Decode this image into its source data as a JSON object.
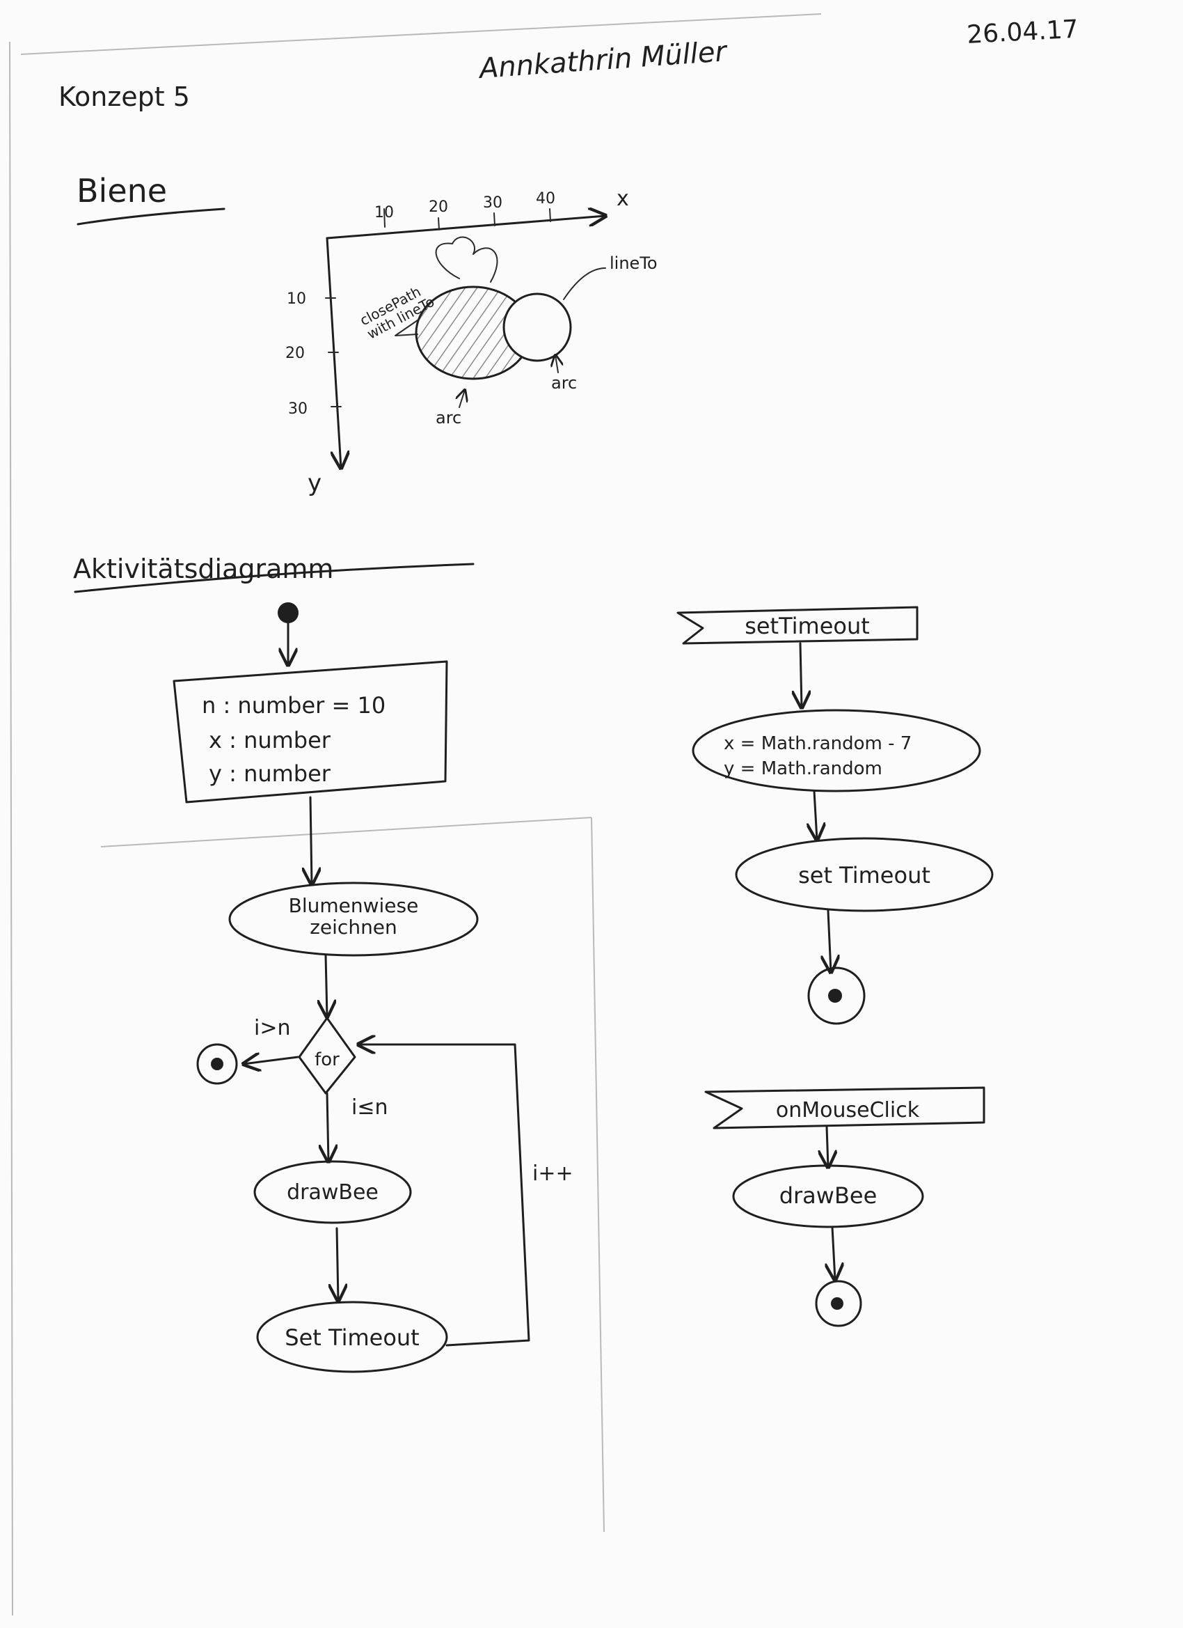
{
  "header": {
    "concept": "Konzept 5",
    "author": "Annkathrin Müller",
    "date": "26.04.17"
  },
  "bee_section": {
    "title": "Biene",
    "x_axis_label": "x",
    "y_axis_label": "y",
    "x_ticks": [
      "10",
      "20",
      "30",
      "40"
    ],
    "y_ticks": [
      "10",
      "20",
      "30"
    ],
    "notes": {
      "stinger": "closePath\nwith lineTo",
      "head_line": "lineTo",
      "head_arc": "arc",
      "body_arc": "arc"
    }
  },
  "activity_section": {
    "title": "Aktivitätsdiagramm",
    "main_flow": {
      "declarations": [
        "n : number = 10",
        "x : number",
        "y : number"
      ],
      "draw_meadow": "Blumenwiese\nzeichnen",
      "decision": "for",
      "exit_guard": "i>n",
      "continue_guard": "i≤n",
      "draw_bee": "drawBee",
      "set_timeout": "Set Timeout",
      "loop_label": "i++"
    },
    "timeout_flow": {
      "signal": "setTimeout",
      "action_lines": [
        "x = Math.random - 7",
        "y = Math.random"
      ],
      "set_timeout": "set Timeout"
    },
    "click_flow": {
      "signal": "onMouseClick",
      "draw_bee": "drawBee"
    }
  }
}
